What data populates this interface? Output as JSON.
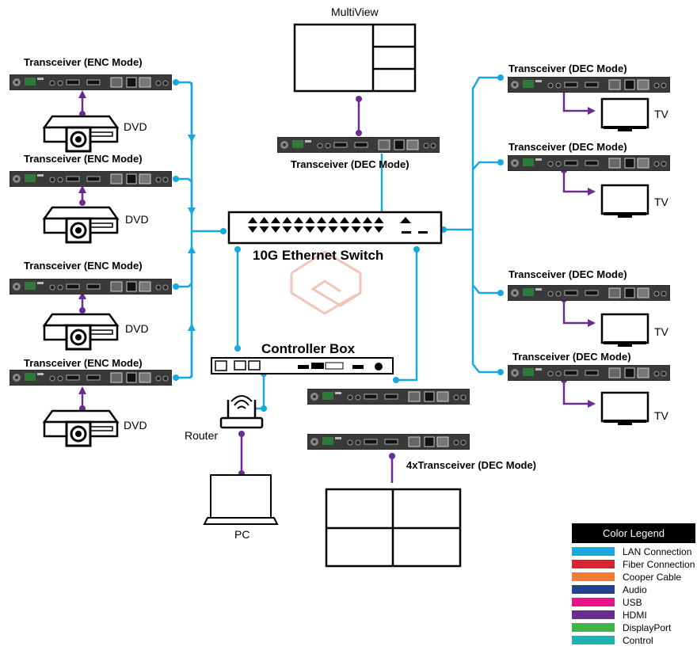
{
  "labels": {
    "enc": "Transceiver (ENC Mode)",
    "dec": "Transceiver (DEC Mode)",
    "quad_dec": "4xTransceiver (DEC Mode)",
    "multiview": "MultiView",
    "switch": "10G Ethernet Switch",
    "controller": "Controller Box",
    "router": "Router",
    "pc": "PC",
    "dvd": "DVD",
    "tv": "TV"
  },
  "legend": {
    "title": "Color Legend",
    "items": [
      {
        "label": "LAN Connection",
        "color": "#18a8e0"
      },
      {
        "label": "Fiber Connection",
        "color": "#d62530"
      },
      {
        "label": "Cooper Cable",
        "color": "#f07b32"
      },
      {
        "label": "Audio",
        "color": "#24418e"
      },
      {
        "label": "USB",
        "color": "#e6138b"
      },
      {
        "label": "HDMI",
        "color": "#6a2c91"
      },
      {
        "label": "DisplayPort",
        "color": "#3fb24a"
      },
      {
        "label": "Control",
        "color": "#1eb2b2"
      }
    ]
  },
  "colors": {
    "lan": "#18a8e0",
    "hdmi": "#6a2c91"
  }
}
